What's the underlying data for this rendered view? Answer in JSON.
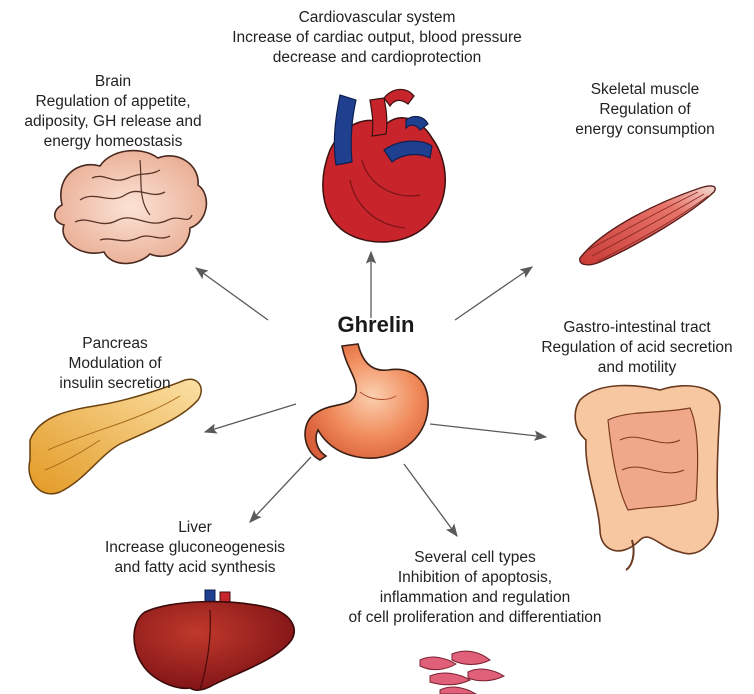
{
  "center": {
    "label": "Ghrelin",
    "organ_icon": "stomach-icon"
  },
  "targets": [
    {
      "id": "cardiovascular",
      "icon": "heart-icon",
      "lines": [
        "Cardiovascular system",
        "Increase of cardiac output, blood pressure",
        "decrease and cardioprotection"
      ]
    },
    {
      "id": "brain",
      "icon": "brain-icon",
      "lines": [
        "Brain",
        "Regulation of appetite,",
        "adiposity, GH release and",
        "energy homeostasis"
      ]
    },
    {
      "id": "skeletal-muscle",
      "icon": "muscle-icon",
      "lines": [
        "Skeletal muscle",
        "Regulation of",
        "energy consumption"
      ]
    },
    {
      "id": "pancreas",
      "icon": "pancreas-icon",
      "lines": [
        "Pancreas",
        "Modulation of",
        "insulin secretion"
      ]
    },
    {
      "id": "gastrointestinal",
      "icon": "intestine-icon",
      "lines": [
        "Gastro-intestinal tract",
        "Regulation of acid secretion",
        "and motility"
      ]
    },
    {
      "id": "liver",
      "icon": "liver-icon",
      "lines": [
        "Liver",
        "Increase gluconeogenesis",
        "and fatty acid synthesis"
      ]
    },
    {
      "id": "cell-types",
      "icon": "cells-icon",
      "lines": [
        "Several cell types",
        "Inhibition of apoptosis,",
        "inflammation and regulation",
        "of cell proliferation and differentiation"
      ]
    }
  ],
  "colors": {
    "arrow": "#5a5a5a",
    "heart_red": "#c8242b",
    "heart_blue": "#1f3f8f",
    "stomach": "#f08a5a",
    "brain": "#f2c4b0",
    "muscle": "#d9534f",
    "pancreas": "#f4b942",
    "intestine": "#f6c7a0",
    "liver": "#9b1b1f",
    "cells": "#e0607a"
  }
}
